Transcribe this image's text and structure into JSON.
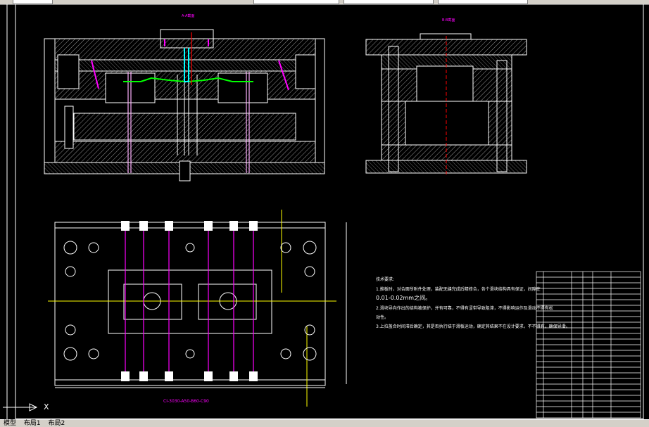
{
  "app": {
    "colors": {
      "background": "#000000",
      "line": "#ffffff",
      "magenta": "#ff00ff",
      "green": "#00ff00",
      "yellow": "#ffff00",
      "red": "#ff0000",
      "cyan": "#00ffff"
    }
  },
  "views": {
    "front_title": "A-A截面",
    "side_title": "B-B截面"
  },
  "drawing_code": "CI-3030-A50-B60-C90",
  "notes": {
    "heading": "技术要求:",
    "lines": [
      "1.推板时，对合面所附件处理，装配无缝完成后精修合，各个滑块结构具有保证，间隙在",
      "0.01-0.02mm之间。",
      "2.滑块导向作出的结构被保护，并有可靠，不得有涩带导致阻滞，不得影响运作及滑动不得有松",
      "动性。",
      "3.上拉盖合时间滞后确定，其是否执行结于滑板运动，确定其结果不在设计要求，不不得有，确保导滑。"
    ]
  },
  "tabs": {
    "model": "模型",
    "layout1": "布局1",
    "layout2": "布局2"
  },
  "ucs_label": "X"
}
